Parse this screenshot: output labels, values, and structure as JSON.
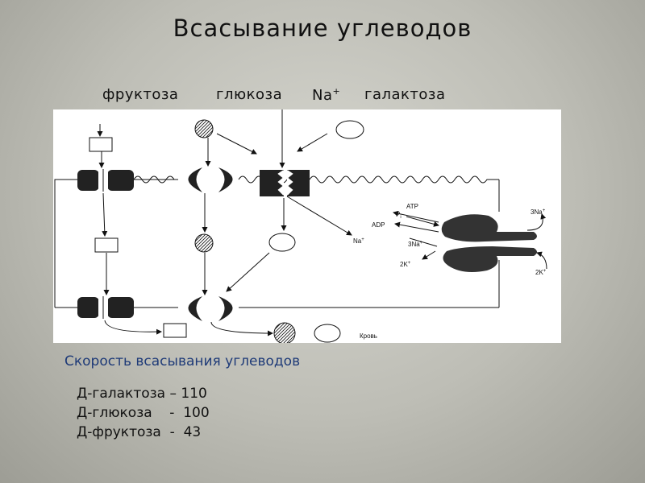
{
  "slide": {
    "title": "Всасывание углеводов",
    "labels": {
      "fructose": "фруктоза",
      "glucose": "глюкоза",
      "na": "Na",
      "na_charge": "+",
      "galactose": "галактоза"
    },
    "subtitle": "Скорость всасывания углеводов",
    "rates": [
      {
        "text": "Д-галактоза – 110"
      },
      {
        "text": "Д-глюкоза    -  100"
      },
      {
        "text": "Д-фруктоза  -  43"
      }
    ]
  },
  "diagram": {
    "atp": "ATP",
    "pi": "P",
    "pi_sub": "i",
    "adp": "ADP",
    "na3_in": "3Na",
    "na3_out": "3Na",
    "k2_in": "2K",
    "k2_out": "2K",
    "na_plus": "Na",
    "plus": "+",
    "blood": "Кровь"
  },
  "colors": {
    "subtitle": "#1f3b78",
    "diagram_bg": "#ffffff",
    "ink": "#111111"
  }
}
